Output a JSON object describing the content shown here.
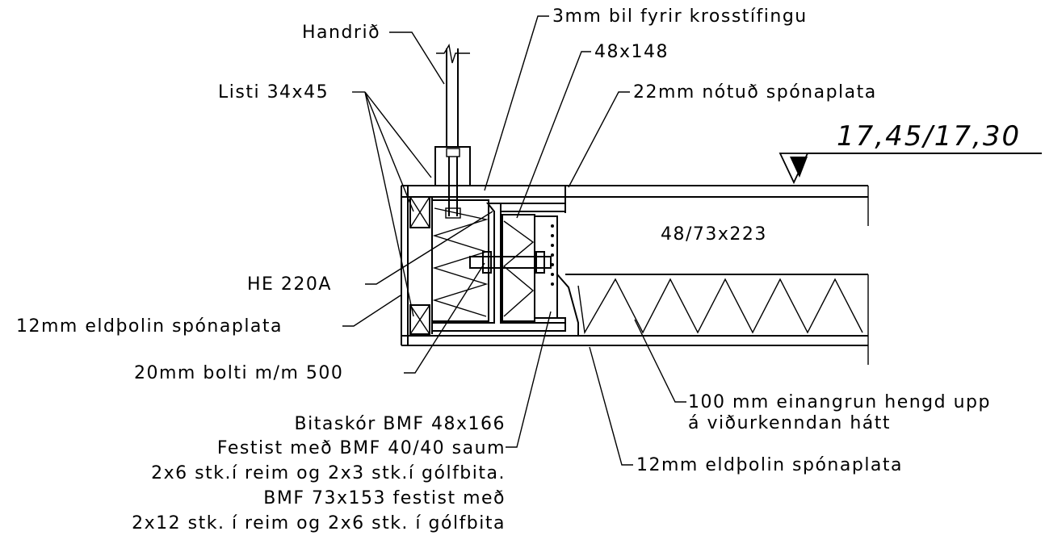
{
  "labels": {
    "handrid": "Handrið",
    "bil": "3mm bil fyrir krosstífingu",
    "timber_48x148": "48x148",
    "listi": "Listi 34x45",
    "nottud": "22mm nótuð spónaplata",
    "elevation": "17,45/17,30",
    "joist": "48/73x223",
    "he220a": "HE 220A",
    "eldpolin_left": "12mm eldþolin spónaplata",
    "bolti": "20mm bolti m/m 500",
    "einangrun_1": "100 mm einangrun hengd upp",
    "einangrun_2": "á viðurkenndan hátt",
    "bitaskor": "Bitaskór BMF 48x166",
    "festist_1": "Festist með BMF 40/40 saum",
    "festist_2": "2x6 stk.í reim og 2x3 stk.í gólfbita.",
    "festist_3": "BMF 73x153 festist með",
    "festist_4": "2x12 stk. í reim og 2x6 stk. í gólfbita",
    "eldpolin_bottom": "12mm eldþolin spónaplata"
  }
}
